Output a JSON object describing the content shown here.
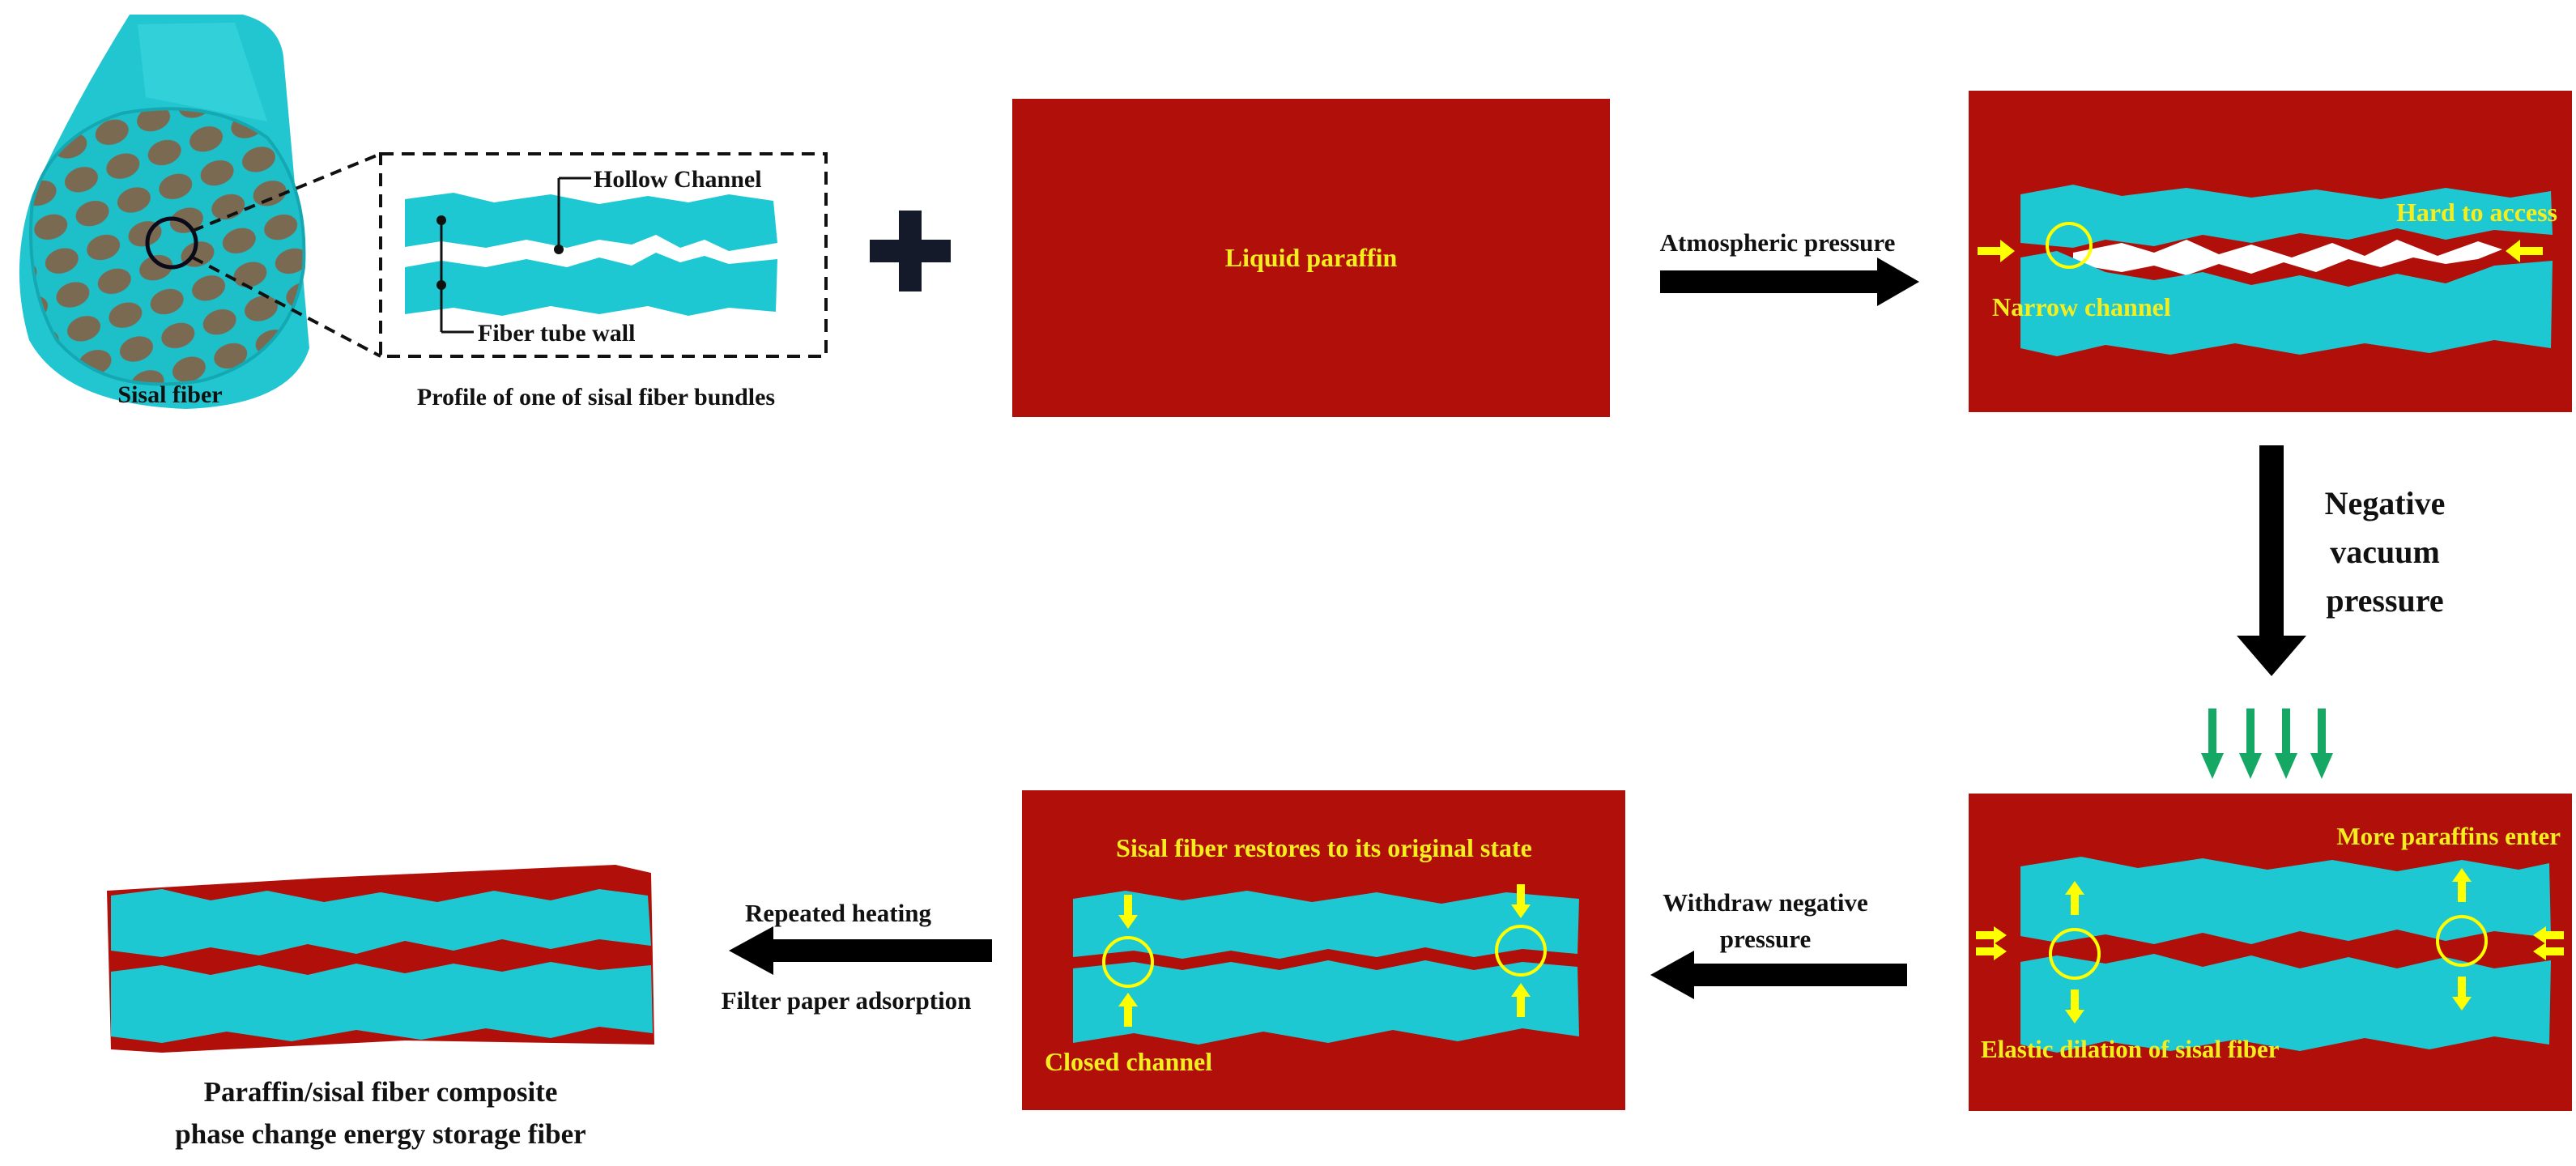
{
  "labels": {
    "sisal_fiber": "Sisal fiber",
    "profile_caption": "Profile of one of  sisal fiber bundles",
    "hollow_channel": "Hollow Channel",
    "fiber_tube_wall": "Fiber tube wall",
    "liquid_paraffin": "Liquid paraffin",
    "atmospheric_pressure": "Atmospheric pressure",
    "hard_to_access": "Hard to access",
    "narrow_channel": "Narrow channel",
    "negative_line1": "Negative",
    "negative_line2": "vacuum",
    "negative_line3": "pressure",
    "more_paraffins_enter": "More paraffins enter",
    "elastic_dilation": "Elastic dilation of sisal fiber",
    "withdraw_line1": "Withdraw negative",
    "withdraw_line2": "pressure",
    "restores": "Sisal fiber restores to its original state",
    "closed_channel": "Closed channel",
    "repeated_heating": "Repeated heating",
    "filter_paper": "Filter paper adsorption",
    "composite_line1": "Paraffin/sisal fiber composite",
    "composite_line2": "phase change energy storage fiber"
  },
  "colors": {
    "paraffin_red": "#B01009",
    "fiber_cyan": "#1EC8D2",
    "annotation_yellow": "#FFFF00",
    "vacuum_green": "#14A864",
    "arrow_black": "#000000",
    "label_yellow_text": "#F5EE1E"
  }
}
